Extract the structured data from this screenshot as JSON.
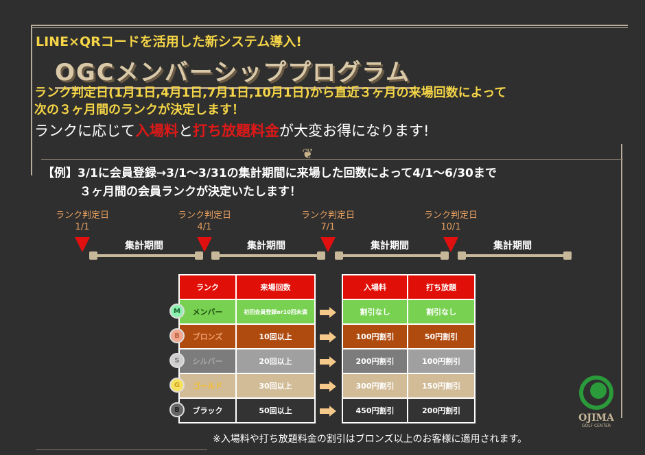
{
  "headline": "LINE×QRコードを活用した新システム導入!",
  "title": "OGCメンバーシッププログラム",
  "rank_desc": [
    "ランク判定日(1月1日,4月1日,7月1日,10月1日)から直近３ヶ月の来場回数によって",
    "次の３ヶ月間のランクが決定します！"
  ],
  "benefit": {
    "pre": "ランクに応じて",
    "entry": "入場料",
    "mid": "と",
    "unlimited": "打ち放題料金",
    "post": "が大変お得になります!"
  },
  "example": [
    "【例】3/1に会員登録→3/1〜3/31の集計期間に来場した回数によって4/1〜6/30まで",
    "３ヶ月間の会員ランクが決定いたします！"
  ],
  "timeline": {
    "label": "ランク判定日",
    "dates": [
      "1/1",
      "4/1",
      "7/1",
      "10/1"
    ],
    "period": "集計期間"
  },
  "table_left": {
    "headers": [
      "ランク",
      "来場回数"
    ],
    "rows": [
      [
        "メンバー",
        "初回会員登録or10回未満"
      ],
      [
        "ブロンズ",
        "10回以上"
      ],
      [
        "シルバー",
        "20回以上"
      ],
      [
        "ゴールド",
        "30回以上"
      ],
      [
        "ブラック",
        "50回以上"
      ]
    ]
  },
  "table_right": {
    "headers": [
      "入場料",
      "打ち放題"
    ],
    "rows": [
      [
        "割引なし",
        "割引なし"
      ],
      [
        "100円割引",
        "50円割引"
      ],
      [
        "200円割引",
        "100円割引"
      ],
      [
        "300円割引",
        "150円割引"
      ],
      [
        "450円割引",
        "200円割引"
      ]
    ]
  },
  "medals": [
    "M",
    "B",
    "S",
    "G",
    "B"
  ],
  "note": "※入場料や打ち放題料金の割引はブロンズ以上のお客様に適用されます。",
  "logo": {
    "name": "OJIMA",
    "sub": "GOLF CENTER"
  },
  "colors": {
    "yellow": "#f5d547",
    "red": "#e01010",
    "member": "#78d150",
    "bronze": "#b04b10",
    "silver": "#a0a0a0",
    "gold": "#d2bc98",
    "black": "#333333"
  }
}
